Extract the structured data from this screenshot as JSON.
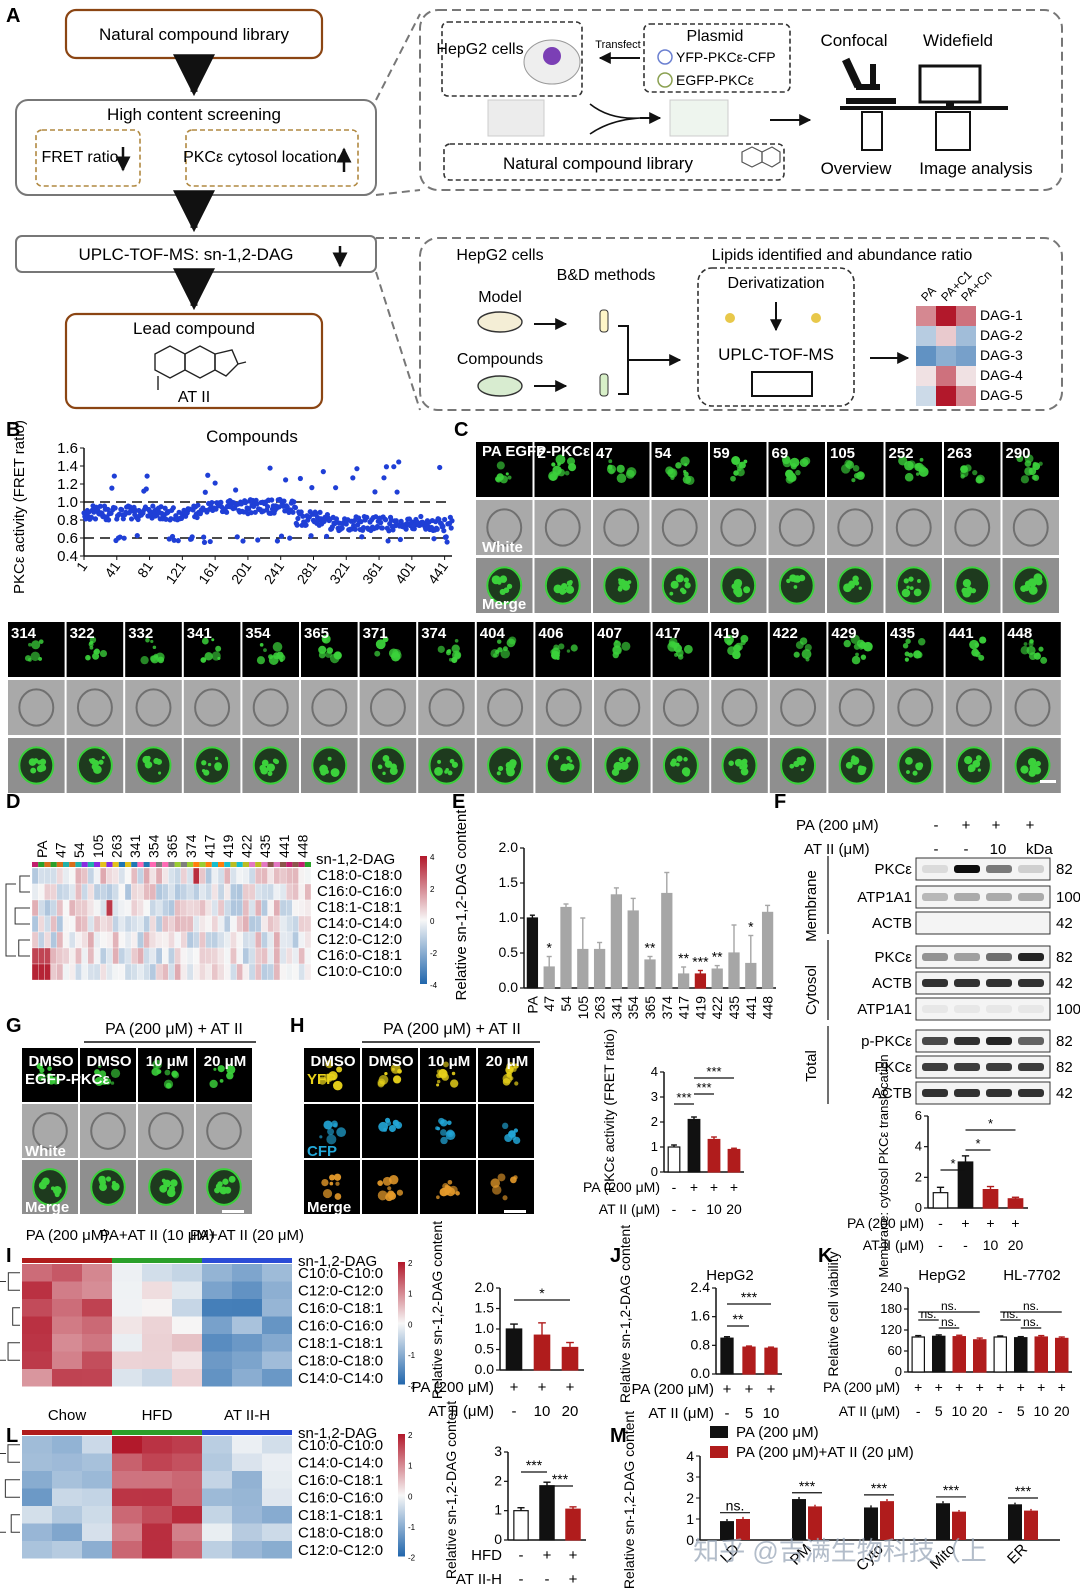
{
  "panelA": {
    "letter": "A",
    "boxes": {
      "library": "Natural compound library",
      "hcs_title": "High content screening",
      "fret": "FRET ratio",
      "cytosol": "PKCε cytosol location",
      "uplc": "UPLC-TOF-MS: sn-1,2-DAG",
      "lead": "Lead compound",
      "compound_name": "AT II"
    },
    "right_top": {
      "hepg2": "HepG2 cells",
      "transfect": "Transfect",
      "plasmid": "Plasmid",
      "plasmid1": "YFP-PKCε-CFP",
      "plasmid2": "EGFP-PKCε",
      "library": "Natural compound library",
      "confocal": "Confocal",
      "widefield": "Widefield",
      "overview": "Overview",
      "analysis": "Image analysis"
    },
    "right_bottom": {
      "hepg2": "HepG2 cells",
      "lipids": "Lipids identified and abundance ratio",
      "model": "Model",
      "compounds": "Compounds",
      "bd": "B&D methods",
      "deriv": "Derivatization",
      "uplc": "UPLC-TOF-MS",
      "cols": [
        "PA",
        "PA+C1",
        "PA+Cn"
      ],
      "rows": [
        "DAG-1",
        "DAG-2",
        "DAG-3",
        "DAG-4",
        "DAG-5"
      ]
    }
  },
  "panelB": {
    "letter": "B",
    "chart_data": {
      "type": "scatter",
      "title": "Compounds",
      "ylabel": "PKCε activity (FRET ratio)",
      "xticks": [
        "1",
        "41",
        "81",
        "121",
        "161",
        "201",
        "241",
        "281",
        "321",
        "361",
        "401",
        "441"
      ],
      "yticks": [
        "0.4",
        "0.6",
        "0.8",
        "1.0",
        "1.2",
        "1.4",
        "1.6"
      ],
      "ylim": [
        0.4,
        1.6
      ],
      "xlim": [
        1,
        450
      ],
      "hlines": [
        1.0,
        0.6
      ],
      "n_points": 450,
      "color": "#1f3fd6"
    }
  },
  "panelC": {
    "letter": "C",
    "top_labels": [
      "2",
      "47",
      "54",
      "59",
      "69",
      "105",
      "252",
      "263",
      "290"
    ],
    "bottom_labels": [
      "314",
      "322",
      "332",
      "341",
      "354",
      "365",
      "371",
      "374",
      "404",
      "406",
      "407",
      "417",
      "419",
      "422",
      "429",
      "435",
      "441",
      "448"
    ],
    "row_labels": [
      "PA EGFP-PKCε",
      "White",
      "Merge"
    ]
  },
  "panelD": {
    "letter": "D",
    "cols": [
      "PA",
      "47",
      "54",
      "105",
      "263",
      "341",
      "354",
      "365",
      "374",
      "417",
      "419",
      "422",
      "435",
      "441",
      "448"
    ],
    "rows": [
      "C18:0-C18:0",
      "C16:0-C16:0",
      "C18:1-C18:1",
      "C14:0-C14:0",
      "C12:0-C12:0",
      "C16:0-C18:1",
      "C10:0-C10:0"
    ],
    "header": "sn-1,2-DAG",
    "scale": [
      "4",
      "2",
      "0",
      "-2",
      "-4"
    ]
  },
  "panelE": {
    "letter": "E",
    "chart_data": {
      "type": "bar",
      "categories": [
        "PA",
        "47",
        "54",
        "105",
        "263",
        "341",
        "354",
        "365",
        "374",
        "417",
        "419",
        "422",
        "435",
        "441",
        "448"
      ],
      "values": [
        1.0,
        0.3,
        1.15,
        0.55,
        0.55,
        1.33,
        1.1,
        0.4,
        1.35,
        0.2,
        0.2,
        0.27,
        0.5,
        0.35,
        1.08
      ],
      "errors": [
        0.04,
        0.15,
        0.05,
        0.45,
        0.1,
        0.1,
        0.18,
        0.05,
        0.3,
        0.1,
        0.05,
        0.05,
        0.4,
        0.4,
        0.1
      ],
      "colors": [
        "#111111",
        "#a6a6a6",
        "#a6a6a6",
        "#a6a6a6",
        "#a6a6a6",
        "#a6a6a6",
        "#a6a6a6",
        "#a6a6a6",
        "#a6a6a6",
        "#a6a6a6",
        "#b01c1c",
        "#a6a6a6",
        "#a6a6a6",
        "#a6a6a6",
        "#a6a6a6"
      ],
      "stars": [
        "",
        "*",
        "",
        "",
        "",
        "",
        "",
        "**",
        "",
        "**",
        "***",
        "**",
        "",
        "*",
        ""
      ],
      "ylabel": "Relative sn-1,2-DAG content",
      "yticks": [
        "0.0",
        "0.5",
        "1.0",
        "1.5",
        "2.0"
      ],
      "ylim": [
        0,
        2.0
      ]
    }
  },
  "panelF": {
    "letter": "F",
    "cond_pa": "PA (200 μM)",
    "cond_pa_vals": [
      "-",
      "+",
      "+",
      "+"
    ],
    "cond_at": "AT II (μM)",
    "cond_at_vals": [
      "-",
      "-",
      "10",
      "20"
    ],
    "kda": "kDa",
    "sections": [
      "Membrane",
      "Cytosol",
      "Total"
    ],
    "blots": [
      {
        "label": "PKCε",
        "kda": "82"
      },
      {
        "label": "ATP1A1",
        "kda": "100"
      },
      {
        "label": "ACTB",
        "kda": "42"
      },
      {
        "label": "PKCε",
        "kda": "82"
      },
      {
        "label": "ACTB",
        "kda": "42"
      },
      {
        "label": "ATP1A1",
        "kda": "100"
      },
      {
        "label": "p-PKCε",
        "kda": "82"
      },
      {
        "label": "PKCε",
        "kda": "82"
      },
      {
        "label": "ACTB",
        "kda": "42"
      }
    ],
    "chart_data": {
      "type": "bar",
      "values": [
        1.0,
        3.0,
        1.2,
        0.6
      ],
      "errors": [
        0.35,
        0.4,
        0.2,
        0.1
      ],
      "ylabel": "Membrane: cytosol PKCε translocation",
      "yticks": [
        "0",
        "2",
        "4",
        "6"
      ],
      "ylim": [
        0,
        6
      ],
      "x_pa": [
        "-",
        "+",
        "+",
        "+"
      ],
      "x_at": [
        "-",
        "-",
        "10",
        "20"
      ],
      "x_pa_label": "PA (200 μM)",
      "x_at_label": "AT II (μM)"
    }
  },
  "panelG": {
    "letter": "G",
    "header": "PA (200 μM) + AT II",
    "cols": [
      "DMSO",
      "DMSO",
      "10 μM",
      "20 μM"
    ],
    "row_labels": [
      "EGFP-PKCε",
      "White",
      "Merge"
    ]
  },
  "panelH": {
    "letter": "H",
    "header": "PA (200 μM) + AT II",
    "cols": [
      "DMSO",
      "DMSO",
      "10 μM",
      "20 μM"
    ],
    "row_labels": [
      "YFP",
      "CFP",
      "Merge"
    ],
    "chart_data": {
      "type": "bar",
      "values": [
        1.0,
        2.1,
        1.3,
        0.9
      ],
      "errors": [
        0.08,
        0.1,
        0.1,
        0.05
      ],
      "ylabel": "PKCε activity (FRET ratio)",
      "yticks": [
        "0",
        "1",
        "2",
        "3",
        "4"
      ],
      "ylim": [
        0,
        4
      ],
      "x_pa": [
        "-",
        "+",
        "+",
        "+"
      ],
      "x_at": [
        "-",
        "-",
        "10",
        "20"
      ],
      "x_pa_label": "PA (200 μM)",
      "x_at_label": "AT II (μM)"
    }
  },
  "panelI": {
    "letter": "I",
    "groups": [
      "PA (200 μM)",
      "PA+AT II (10 μM)",
      "PA+AT II (20 μM)"
    ],
    "header": "sn-1,2-DAG",
    "rows": [
      "C10:0-C10:0",
      "C12:0-C12:0",
      "C16:0-C18:1",
      "C16:0-C16:0",
      "C18:1-C18:1",
      "C18:0-C18:0",
      "C14:0-C14:0"
    ],
    "scale": [
      "2",
      "1",
      "0",
      "-1",
      "-2"
    ],
    "chart_data": {
      "type": "bar",
      "values": [
        1.0,
        0.85,
        0.55
      ],
      "errors": [
        0.12,
        0.3,
        0.12
      ],
      "ylabel": "Relative sn-1,2-DAG content",
      "yticks": [
        "0.0",
        "0.5",
        "1.0",
        "1.5",
        "2.0"
      ],
      "ylim": [
        0,
        2.0
      ],
      "x_pa": [
        "+",
        "+",
        "+"
      ],
      "x_at": [
        "-",
        "10",
        "20"
      ],
      "x_pa_label": "PA (200 μM)",
      "x_at_label": "AT II (μM)"
    }
  },
  "panelJ": {
    "letter": "J",
    "title": "HepG2",
    "chart_data": {
      "type": "bar",
      "values": [
        1.0,
        0.75,
        0.72
      ],
      "errors": [
        0.04,
        0.03,
        0.03
      ],
      "ylabel": "Relative sn-1,2-DAG content",
      "yticks": [
        "0.0",
        "0.8",
        "1.6",
        "2.4"
      ],
      "ylim": [
        0,
        2.4
      ],
      "x_pa": [
        "+",
        "+",
        "+"
      ],
      "x_at": [
        "-",
        "5",
        "10"
      ],
      "x_pa_label": "PA (200 μM)",
      "x_at_label": "AT II (μM)"
    }
  },
  "panelK": {
    "letter": "K",
    "titles": [
      "HepG2",
      "HL-7702"
    ],
    "chart_data": {
      "type": "bar",
      "values": [
        100,
        102,
        101,
        92,
        100,
        98,
        100,
        96
      ],
      "errors": [
        4,
        4,
        4,
        5,
        3,
        3,
        4,
        4
      ],
      "ylabel": "Relative cell viability",
      "yticks": [
        "0",
        "60",
        "120",
        "180",
        "240"
      ],
      "ylim": [
        0,
        240
      ],
      "x_pa": [
        "+",
        "+",
        "+",
        "+",
        "+",
        "+",
        "+",
        "+"
      ],
      "x_at": [
        "-",
        "5",
        "10",
        "20",
        "-",
        "5",
        "10",
        "20"
      ],
      "x_pa_label": "PA (200 μM)",
      "x_at_label": "AT II (μM)"
    }
  },
  "panelL": {
    "letter": "L",
    "groups": [
      "Chow",
      "HFD",
      "AT II-H"
    ],
    "header": "sn-1,2-DAG",
    "rows": [
      "C10:0-C10:0",
      "C14:0-C14:0",
      "C16:0-C18:1",
      "C16:0-C16:0",
      "C18:1-C18:1",
      "C18:0-C18:0",
      "C12:0-C12:0"
    ],
    "scale": [
      "2",
      "1",
      "0",
      "-1",
      "-2"
    ],
    "chart_data": {
      "type": "bar",
      "values": [
        1.0,
        1.85,
        1.05
      ],
      "errors": [
        0.1,
        0.12,
        0.08
      ],
      "ylabel": "Relative sn-1,2-DAG content",
      "yticks": [
        "0",
        "1",
        "2",
        "3"
      ],
      "ylim": [
        0,
        3
      ],
      "x_hfd": [
        "-",
        "+",
        "+"
      ],
      "x_ath": [
        "-",
        "-",
        "+"
      ],
      "x_hfd_label": "HFD",
      "x_ath_label": "AT II-H"
    }
  },
  "panelM": {
    "letter": "M",
    "chart_data": {
      "type": "bar",
      "categories": [
        "LD",
        "PM",
        "Cyto",
        "Mito",
        "ER"
      ],
      "series": [
        {
          "name": "PA (200 μM)",
          "values": [
            0.9,
            1.95,
            1.55,
            1.75,
            1.7
          ],
          "errors": [
            0.1,
            0.1,
            0.1,
            0.1,
            0.08
          ]
        },
        {
          "name": "PA (200 μM)+AT II (20 μM)",
          "values": [
            1.0,
            1.6,
            1.85,
            1.35,
            1.4
          ],
          "errors": [
            0.1,
            0.08,
            0.1,
            0.08,
            0.08
          ]
        }
      ],
      "stars": [
        "ns.",
        "***",
        "***",
        "***",
        "***"
      ],
      "ylabel": "Relative sn-1,2-DAG content",
      "yticks": [
        "0",
        "1",
        "2",
        "3",
        "4"
      ],
      "ylim": [
        0,
        4
      ]
    },
    "watermark": "知乎 @吉满生物科技（上"
  },
  "colors": {
    "blue": "#1f3fd6",
    "red": "#b01c1c",
    "grey": "#a6a6a6",
    "brown": "#8b4513",
    "black": "#111111"
  }
}
